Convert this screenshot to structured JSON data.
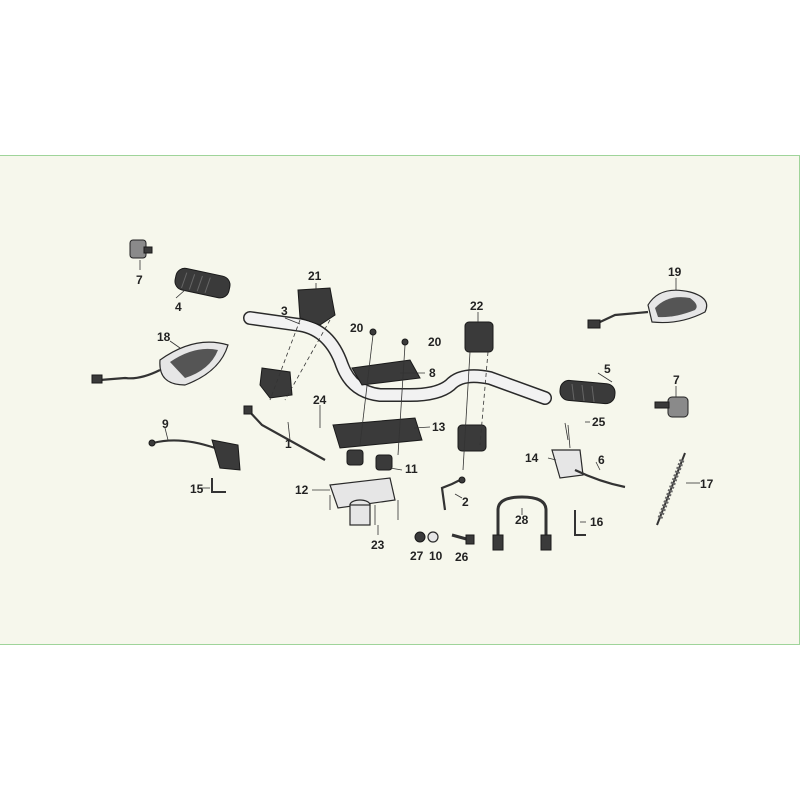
{
  "colors": {
    "panel_background": "#f6f7ec",
    "panel_border": "#9fd49a",
    "page_background": "#ffffff"
  },
  "callouts": {
    "c1": "1",
    "c2": "2",
    "c3": "3",
    "c4": "4",
    "c5": "5",
    "c6": "6",
    "c7a": "7",
    "c7b": "7",
    "c8": "8",
    "c9": "9",
    "c10": "10",
    "c11": "11",
    "c12": "12",
    "c13": "13",
    "c14": "14",
    "c15": "15",
    "c16": "16",
    "c17": "17",
    "c18": "18",
    "c19": "19",
    "c20a": "20",
    "c20b": "20",
    "c21": "21",
    "c22": "22",
    "c23": "23",
    "c24": "24",
    "c25": "25",
    "c26": "26",
    "c27": "27",
    "c28": "28"
  }
}
